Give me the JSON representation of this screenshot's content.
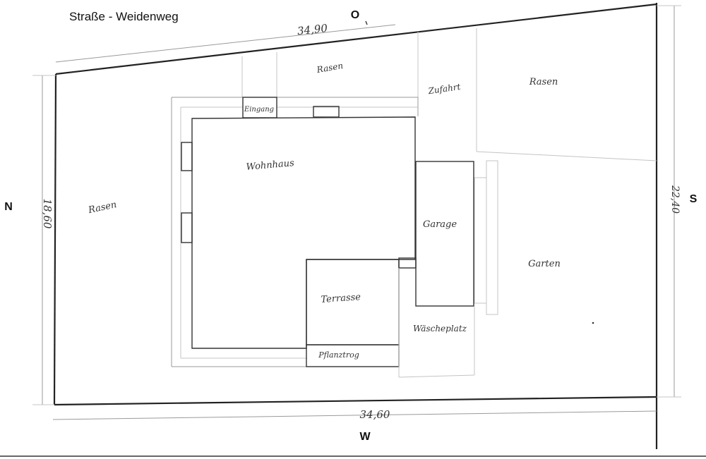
{
  "street_label": "Straße - Weidenweg",
  "compass": {
    "north": "N",
    "east": "O",
    "south": "S",
    "west": "W"
  },
  "dimensions": {
    "top": "34,90",
    "bottom": "34,60",
    "left": "18,60",
    "right": "22,40"
  },
  "areas": {
    "rasen_top": "Rasen",
    "rasen_left": "Rasen",
    "rasen_right": "Rasen",
    "zufahrt": "Zufahrt",
    "eingang": "Eingang",
    "wohnhaus": "Wohnhaus",
    "garage": "Garage",
    "garten": "Garten",
    "terrasse": "Terrasse",
    "waescheplatz": "Wäscheplatz",
    "pflanztrog": "Pflanztrog"
  },
  "colors": {
    "line": "#222222",
    "guide": "#9a9a9a",
    "background": "#ffffff"
  }
}
